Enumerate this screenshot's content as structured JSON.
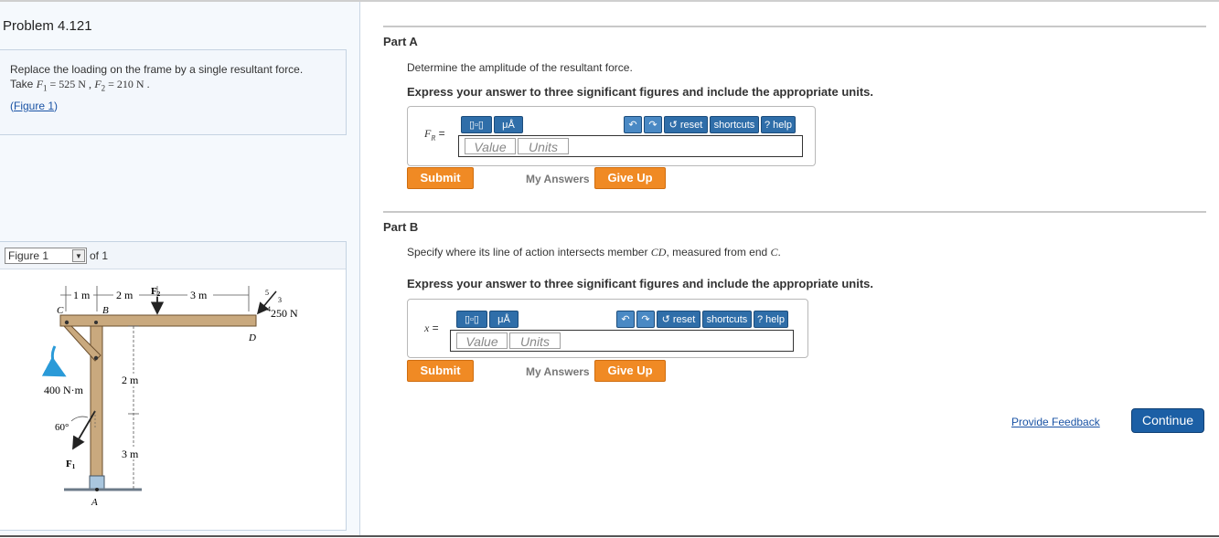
{
  "problem": {
    "title": "Problem 4.121",
    "statement": "Replace the loading on the frame by a single resultant force.",
    "take_prefix": "Take ",
    "f1_sym": "F",
    "f1_sub": "1",
    "f1_val": " = 525 N ,",
    "f2_sym": "F",
    "f2_sub": "2",
    "f2_val": " = 210 N .",
    "figure_link_open": "(",
    "figure_link": "Figure 1",
    "figure_link_close": ")"
  },
  "figure_panel": {
    "selected": "Figure 1",
    "of_label": "of 1",
    "labels": {
      "f2": "F",
      "f2_sub": "2",
      "force_250": "250 N",
      "dim_1m": "1 m",
      "dim_2m_top": "2 m",
      "dim_3m_top": "3 m",
      "slope_5": "5",
      "slope_3": "3",
      "slope_4": "4",
      "pt_c": "C",
      "pt_b": "B",
      "pt_d": "D",
      "pt_a": "A",
      "dim_2m_side": "2 m",
      "dim_3m_side": "3 m",
      "moment": "400 N·m",
      "angle": "60°",
      "f1": "F",
      "f1_sub": "1"
    }
  },
  "part_a": {
    "title": "Part A",
    "instruction": "Determine the amplitude of the resultant force.",
    "express": "Express your answer to three significant figures and include the appropriate units.",
    "label_sym": "F",
    "label_sub": "R",
    "label_eq": " =",
    "value_placeholder": "Value",
    "units_placeholder": "Units",
    "submit": "Submit",
    "my_answers": "My Answers",
    "give_up": "Give Up"
  },
  "part_b": {
    "title": "Part B",
    "instruction_pre": "Specify where its line of action intersects member ",
    "member": "CD",
    "instruction_mid": ", measured from end ",
    "end": "C",
    "instruction_post": ".",
    "express": "Express your answer to three significant figures and include the appropriate units.",
    "label_sym": "x",
    "label_eq": " =",
    "value_placeholder": "Value",
    "units_placeholder": "Units",
    "submit": "Submit",
    "my_answers": "My Answers",
    "give_up": "Give Up"
  },
  "toolbar": {
    "templates": "▯▫▯",
    "symbols": "μÅ",
    "undo": "↶",
    "redo": "↷",
    "reset": "↺ reset",
    "shortcuts": "shortcuts",
    "help": "? help"
  },
  "footer": {
    "feedback": "Provide Feedback",
    "continue": "Continue"
  }
}
